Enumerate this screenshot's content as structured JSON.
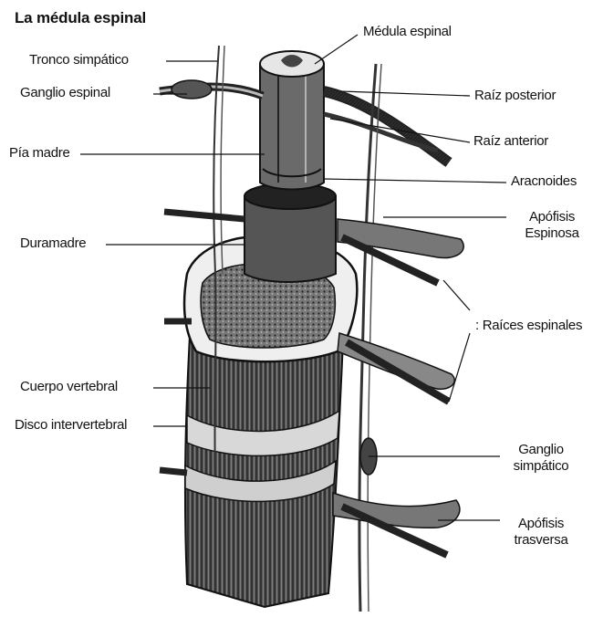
{
  "title": "La médula espinal",
  "labels": {
    "medula_espinal": "Médula espinal",
    "tronco_simpatico": "Tronco simpático",
    "ganglio_espinal": "Ganglio espinal",
    "raiz_posterior": "Raíz posterior",
    "raiz_anterior": "Raíz anterior",
    "pia_madre": "Pía madre",
    "aracnoides": "Aracnoides",
    "apofisis_espinosa_1": "Apófisis",
    "apofisis_espinosa_2": "Espinosa",
    "duramadre": "Duramadre",
    "raices_espinales": ": Raíces espinales",
    "cuerpo_vertebral": "Cuerpo vertebral",
    "disco_intervertebral": "Disco intervertebral",
    "ganglio_simpatico_1": "Ganglio",
    "ganglio_simpatico_2": "simpático",
    "apofisis_trasversa_1": "Apófisis",
    "apofisis_trasversa_2": "trasversa"
  }
}
